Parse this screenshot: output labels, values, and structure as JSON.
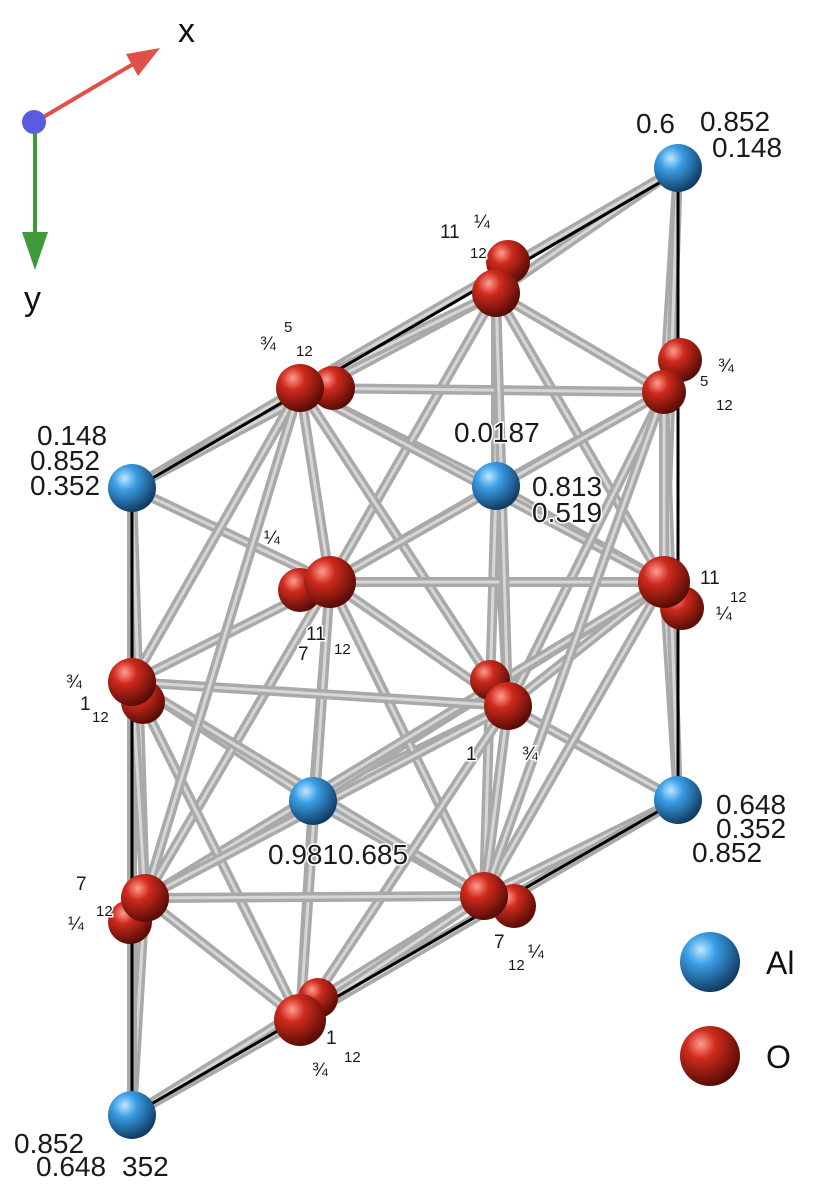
{
  "axes": {
    "x_label": "x",
    "y_label": "y"
  },
  "legend": [
    {
      "label": "Al",
      "color": "#2f8ed8"
    },
    {
      "label": "O",
      "color": "#c8281e"
    }
  ],
  "colors": {
    "al": "#2f8ed8",
    "o": "#c8281e",
    "bond": "#a9a9a9",
    "cell": "#000000",
    "x_axis": "#e0504a",
    "y_axis": "#3f9a3a",
    "origin": "#5a5ce0"
  },
  "labels": {
    "al_top_1": "0.6",
    "al_top_2": "0.852",
    "al_top_3": "0.148",
    "al_left_1": "0.148",
    "al_left_2": "0.852",
    "al_left_3": "0.352",
    "al_center_1": "0.0187",
    "al_center_2": "0.813",
    "al_center_3": "0.519",
    "al_lower_1": "0.981",
    "al_lower_2": "0.685",
    "al_right_1": "0.648",
    "al_right_2": "0.352",
    "al_right_3": "0.852",
    "al_bottom_1": "0.852",
    "al_bottom_2": "0.648",
    "al_bottom_3": "352",
    "o_top_1": "11",
    "o_top_2": "¼",
    "o_top_3": "12",
    "o_upleft_1": "¾",
    "o_upleft_2": "5",
    "o_upleft_3": "12",
    "o_upright_1": "¾",
    "o_upright_2": "5",
    "o_upright_3": "12",
    "o_mid_1": "¼",
    "o_mid_2": "11",
    "o_mid_3": "7",
    "o_mid_4": "12",
    "o_right_1": "11",
    "o_right_2": "¼",
    "o_right_3": "12",
    "o_left_1": "¾",
    "o_left_2": "1",
    "o_left_3": "12",
    "o_centerlow_1": "1",
    "o_centerlow_2": "¾",
    "o_lowleft_1": "7",
    "o_lowleft_2": "¼",
    "o_lowleft_3": "12",
    "o_lowright_1": "7",
    "o_lowright_2": "12",
    "o_lowright_3": "¼",
    "o_bottom_1": "1",
    "o_bottom_2": "¾",
    "o_bottom_3": "12"
  }
}
